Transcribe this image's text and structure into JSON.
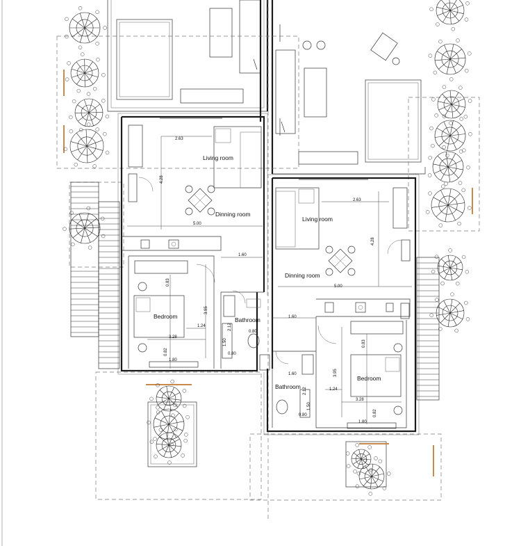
{
  "rooms": {
    "unit_a": {
      "living": "Living room",
      "dining": "Dinning room",
      "bedroom": "Bedroom",
      "bathroom": "Bathroom"
    },
    "unit_b": {
      "living": "Living room",
      "dining": "Dinning room",
      "bedroom": "Bedroom",
      "bathroom": "Bathroom"
    }
  },
  "dimensions": {
    "unit_a": {
      "living_width": "2.63",
      "living_height": "4.28",
      "total_width": "5.00",
      "corridor": "1.60",
      "bed_depth": "0.83",
      "bed_height": "3.95",
      "bed_mid": "1.24",
      "bed_width": "3.28",
      "window_a": "0.82",
      "window_b": "1.80",
      "bath_a": "2.12",
      "bath_b": "0.80",
      "bath_c": "1.50",
      "bath_d": "0.80"
    },
    "unit_b": {
      "living_width": "2.63",
      "living_height": "4.28",
      "total_width": "5.00",
      "corridor": "1.60",
      "bath_a": "1.60",
      "bath_b": "2.12",
      "bath_c": "1.50",
      "bath_d": "0.80",
      "bed_depth": "0.83",
      "bed_height": "3.95",
      "bed_mid": "1.24",
      "bed_width": "3.28",
      "window_a": "1.80",
      "window_b": "0.82"
    }
  }
}
